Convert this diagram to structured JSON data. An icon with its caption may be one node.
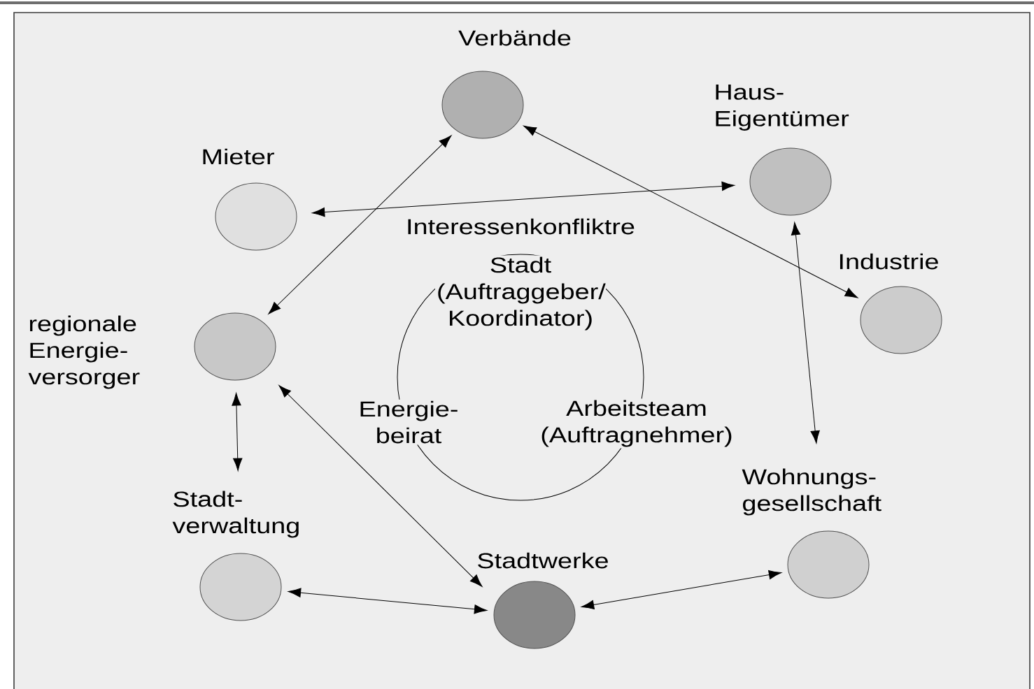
{
  "diagram": {
    "nodes": [
      {
        "text": [
          "Verbände"
        ]
      },
      {
        "text": [
          "Haus- Eigentümer"
        ]
      },
      {
        "text": [
          "Mieter"
        ]
      },
      {
        "text": [
          "Stadt (Auftraggeber/ Koordinator)",
          "Energie- beirat",
          "Arbeitsteam (Auftragnehmer)"
        ]
      },
      {
        "text": [
          "Industrie"
        ]
      },
      {
        "text": [
          "regionale Energie- versorger"
        ]
      },
      {
        "text": [
          "Stadt- verwaltung"
        ]
      },
      {
        "text": [
          "Stadtwerke"
        ]
      },
      {
        "text": [
          "Wohnungs- gesellschaft"
        ]
      }
    ],
    "edges": [
      {
        "from": 2,
        "to": 1,
        "arrow": "both"
      },
      {
        "from": 0,
        "to": 4,
        "arrow": "both"
      },
      {
        "from": 0,
        "to": 5,
        "arrow": "both"
      },
      {
        "from": 1,
        "to": 8,
        "arrow": "both"
      },
      {
        "from": 5,
        "to": 6,
        "arrow": "both"
      },
      {
        "from": 5,
        "to": 7,
        "arrow": "both"
      },
      {
        "from": 6,
        "to": 7,
        "arrow": "both"
      },
      {
        "from": 7,
        "to": 8,
        "arrow": "both"
      }
    ],
    "labels": [
      "Interessenkonfliktre"
    ]
  }
}
